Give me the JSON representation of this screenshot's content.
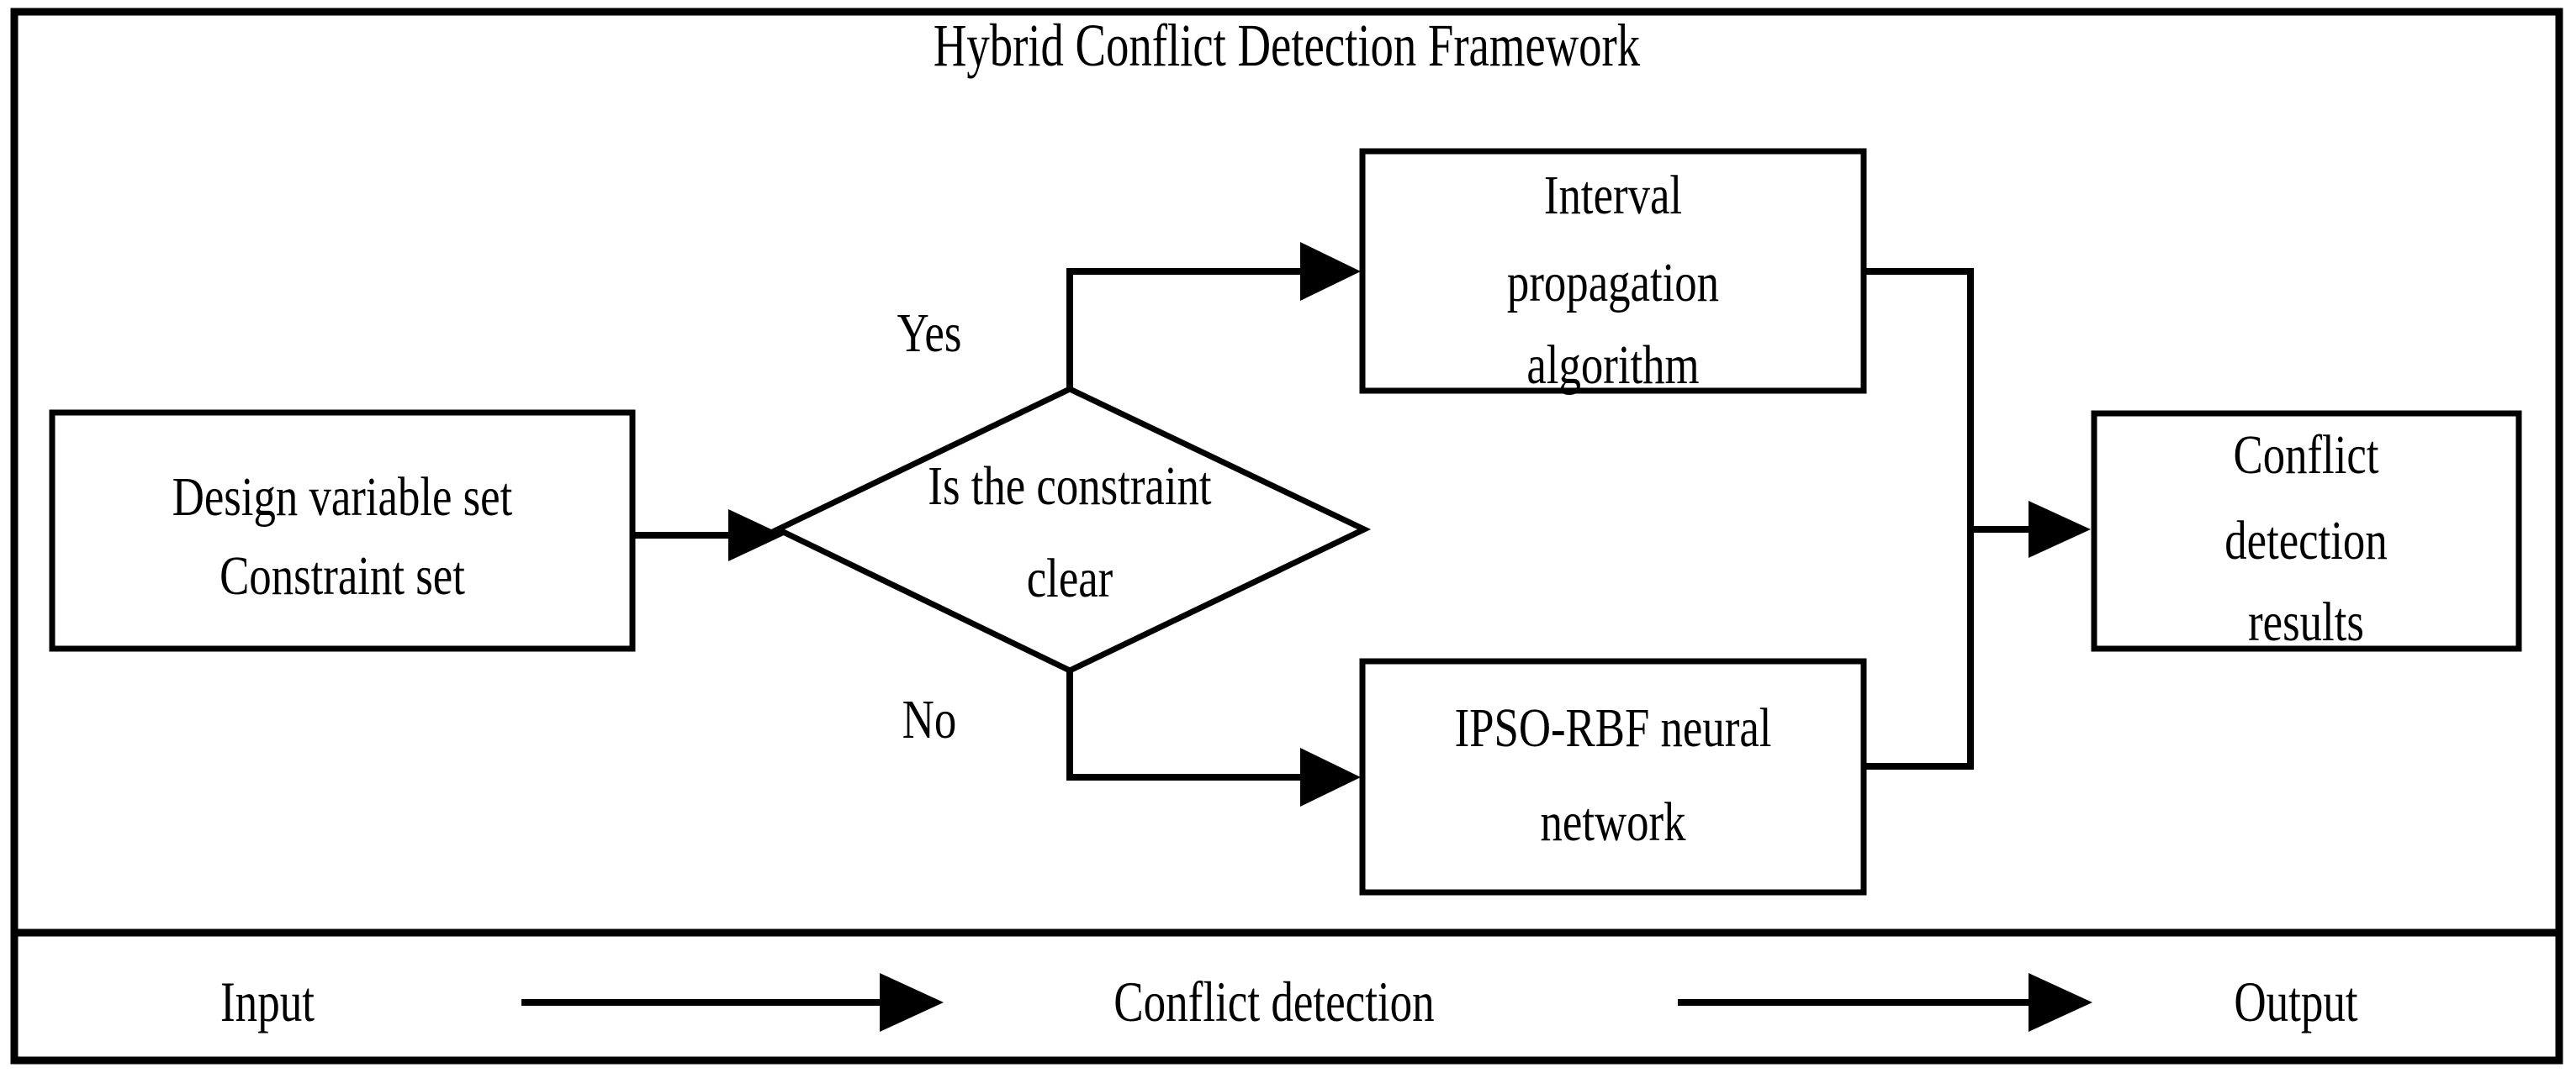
{
  "figure": {
    "title": "Hybrid Conflict Detection Framework",
    "accent_color": "#000000",
    "background_color": "#ffffff"
  },
  "nodes": [
    {
      "id": "input-node",
      "shape": "rectangle",
      "lines": [
        "Design variable set",
        "Constraint set"
      ]
    },
    {
      "id": "decision-node",
      "shape": "diamond",
      "lines": [
        "Is the constraint",
        "clear"
      ]
    },
    {
      "id": "interval-node",
      "shape": "rectangle",
      "lines": [
        "Interval",
        "propagation",
        "algorithm"
      ]
    },
    {
      "id": "ipso-node",
      "shape": "rectangle",
      "lines": [
        "IPSO-RBF neural",
        "network"
      ]
    },
    {
      "id": "results-node",
      "shape": "rectangle",
      "lines": [
        "Conflict",
        "detection",
        "results"
      ]
    }
  ],
  "edge_labels": {
    "yes": "Yes",
    "no": "No"
  },
  "legend": {
    "input": "Input",
    "middle": "Conflict detection",
    "output": "Output"
  }
}
